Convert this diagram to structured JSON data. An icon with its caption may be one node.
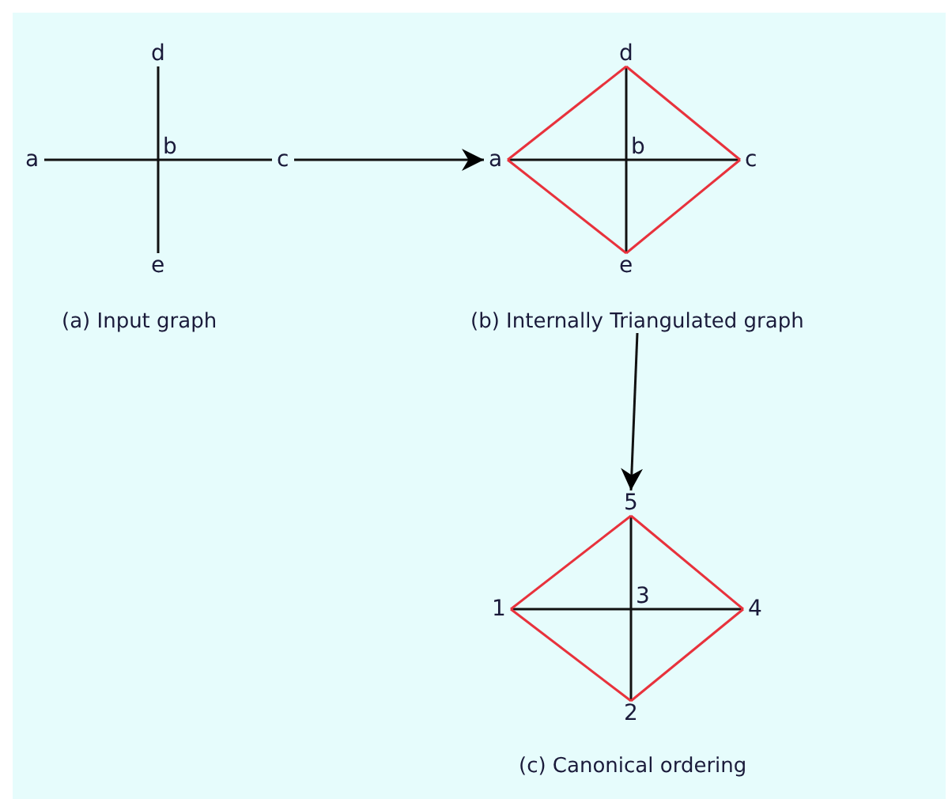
{
  "diagram": {
    "nodes": [
      {
        "text": [
          "d"
        ]
      },
      {
        "text": [
          "a"
        ]
      },
      {
        "text": [
          "b"
        ]
      },
      {
        "text": [
          "c"
        ]
      },
      {
        "text": [
          "e"
        ]
      },
      {
        "text": [
          "(a) Input graph"
        ]
      },
      {
        "text": [
          "d"
        ]
      },
      {
        "text": [
          "a"
        ]
      },
      {
        "text": [
          "b"
        ]
      },
      {
        "text": [
          "c"
        ]
      },
      {
        "text": [
          "e"
        ]
      },
      {
        "text": [
          "(b) Internally Triangulated graph"
        ]
      },
      {
        "text": [
          "5"
        ]
      },
      {
        "text": [
          "1"
        ]
      },
      {
        "text": [
          "3"
        ]
      },
      {
        "text": [
          "4"
        ]
      },
      {
        "text": [
          "2"
        ]
      },
      {
        "text": [
          "(c) Canonical ordering"
        ]
      }
    ],
    "edges": [
      {
        "from": 1,
        "to": 2,
        "arrow": "none"
      },
      {
        "from": 2,
        "to": 3,
        "arrow": "none"
      },
      {
        "from": 0,
        "to": 2,
        "arrow": "none"
      },
      {
        "from": 2,
        "to": 4,
        "arrow": "none"
      },
      {
        "from": 3,
        "to": 7,
        "arrow": "to"
      },
      {
        "from": 7,
        "to": 8,
        "arrow": "none"
      },
      {
        "from": 8,
        "to": 9,
        "arrow": "none"
      },
      {
        "from": 6,
        "to": 8,
        "arrow": "none"
      },
      {
        "from": 8,
        "to": 10,
        "arrow": "none"
      },
      {
        "from": 7,
        "to": 6,
        "arrow": "none",
        "color": "#e8323c"
      },
      {
        "from": 6,
        "to": 9,
        "arrow": "none",
        "color": "#e8323c"
      },
      {
        "from": 9,
        "to": 10,
        "arrow": "none",
        "color": "#e8323c"
      },
      {
        "from": 10,
        "to": 7,
        "arrow": "none",
        "color": "#e8323c"
      },
      {
        "from": 11,
        "to": 12,
        "arrow": "to"
      },
      {
        "from": 13,
        "to": 14,
        "arrow": "none"
      },
      {
        "from": 14,
        "to": 15,
        "arrow": "none"
      },
      {
        "from": 12,
        "to": 14,
        "arrow": "none"
      },
      {
        "from": 14,
        "to": 16,
        "arrow": "none"
      },
      {
        "from": 13,
        "to": 12,
        "arrow": "none",
        "color": "#e8323c"
      },
      {
        "from": 12,
        "to": 15,
        "arrow": "none",
        "color": "#e8323c"
      },
      {
        "from": 15,
        "to": 16,
        "arrow": "none",
        "color": "#e8323c"
      },
      {
        "from": 16,
        "to": 13,
        "arrow": "none",
        "color": "#e8323c"
      }
    ]
  }
}
